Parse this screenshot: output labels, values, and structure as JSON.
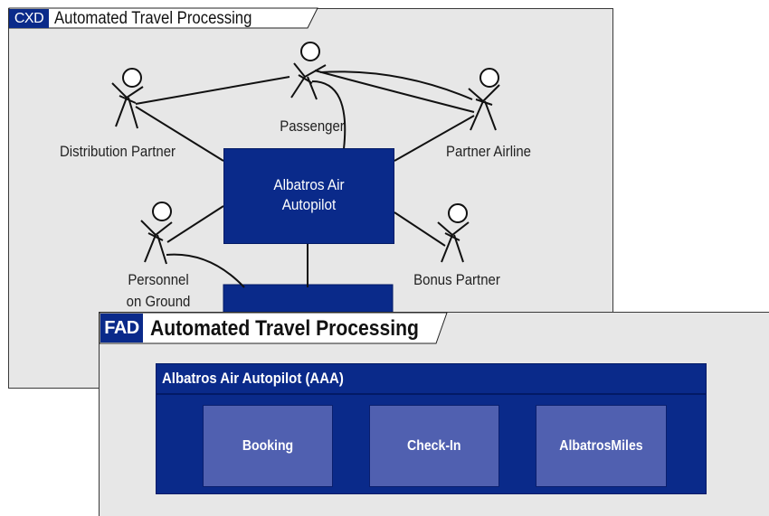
{
  "context_diagram": {
    "tag": "CXD",
    "title": "Automated Travel Processing",
    "actors": {
      "passenger": "Passenger",
      "distribution_partner": "Distribution Partner",
      "partner_airline": "Partner Airline",
      "personnel_line1": "Personnel",
      "personnel_line2": "on Ground",
      "bonus_partner": "Bonus Partner"
    },
    "system": {
      "line1": "Albatros Air",
      "line2": "Autopilot"
    }
  },
  "functional_diagram": {
    "tag": "FAD",
    "title": "Automated Travel Processing",
    "system_title": "Albatros Air Autopilot (AAA)",
    "components": [
      "Booking",
      "Check-In",
      "AlbatrosMiles"
    ]
  },
  "colors": {
    "panel_bg": "#e7e7e7",
    "system_dark": "#0a2a8a",
    "component": "#5060b0",
    "outline": "#1a1a1a"
  }
}
